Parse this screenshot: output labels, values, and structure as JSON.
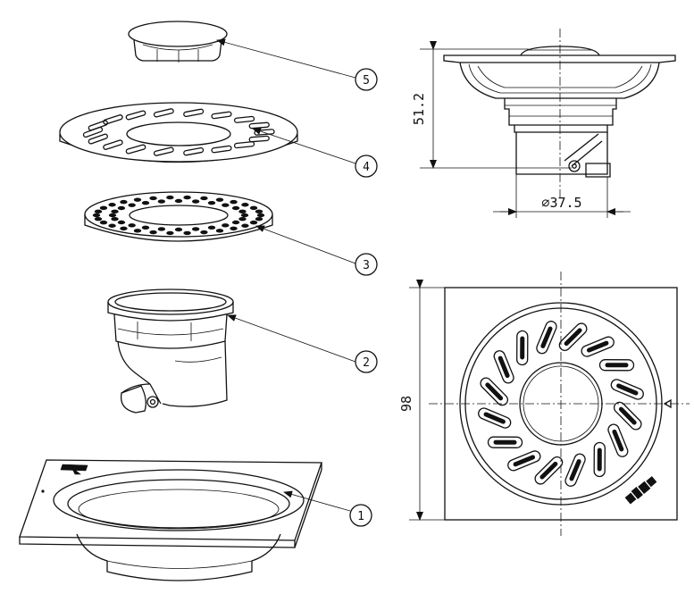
{
  "callouts": [
    "5",
    "4",
    "3",
    "2",
    "1"
  ],
  "dimensions": {
    "height": "51.2",
    "diameter": "∅37.5",
    "width": "98"
  }
}
